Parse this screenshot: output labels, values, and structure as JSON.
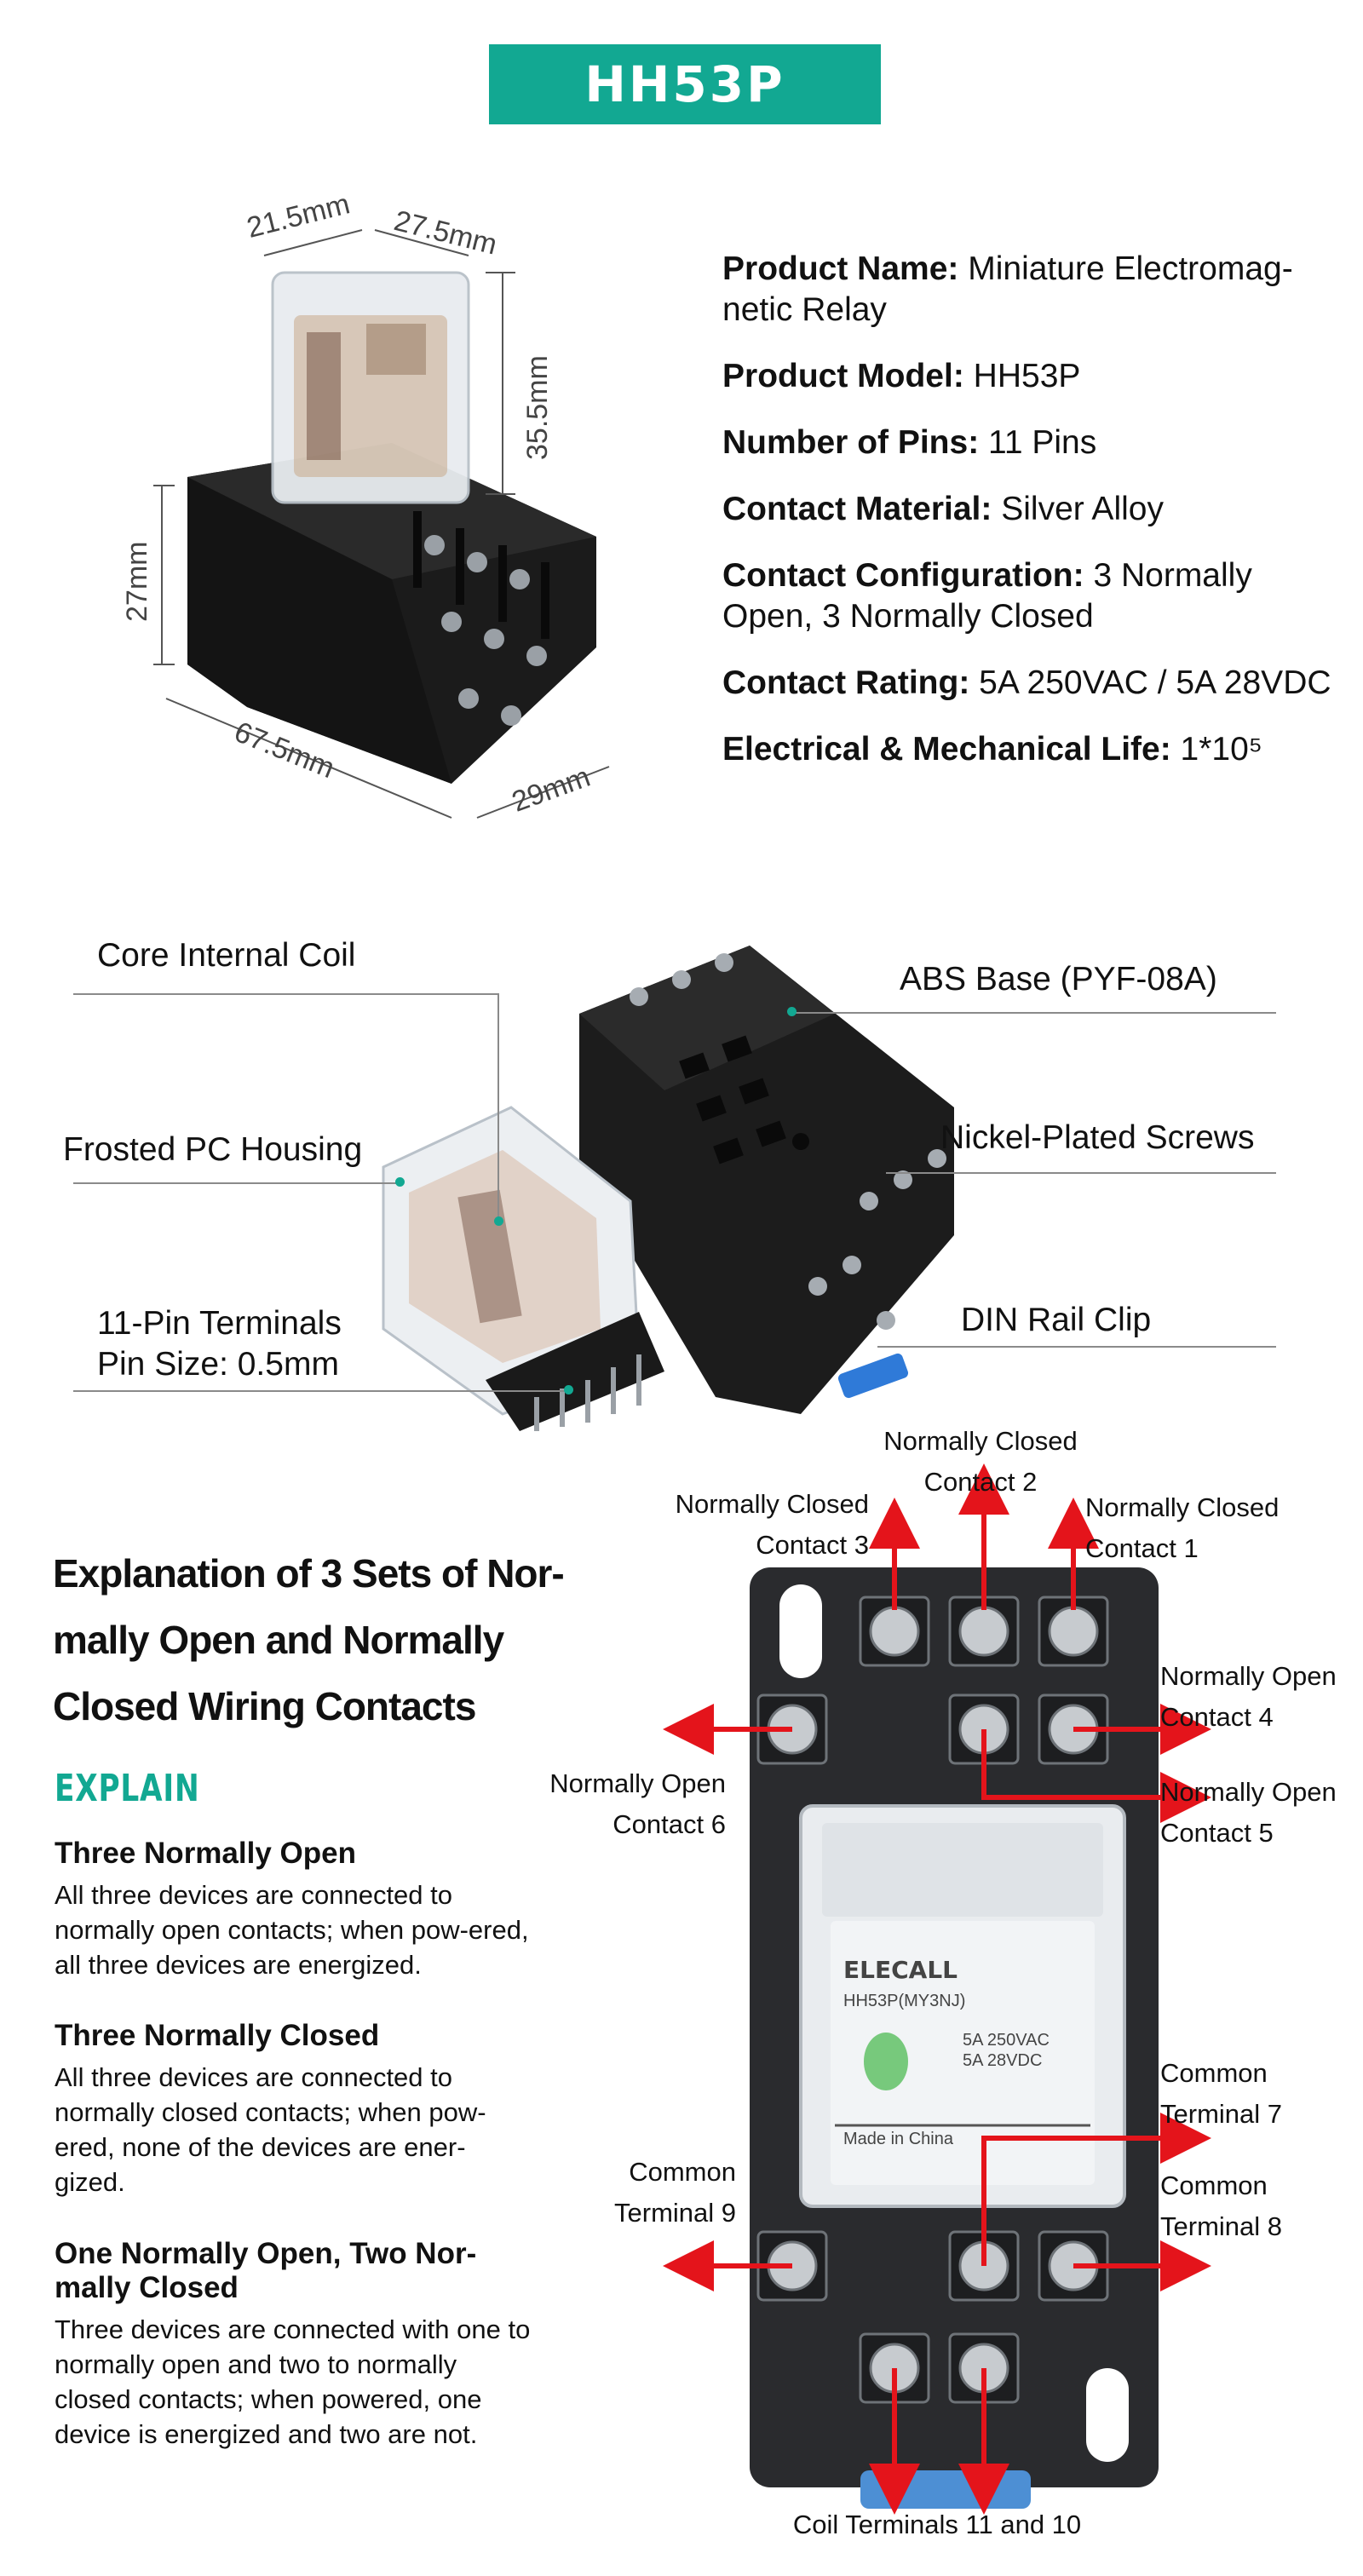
{
  "header": {
    "model_badge": "HH53P"
  },
  "dimensions": {
    "width_top": "21.5mm",
    "depth_top": "27.5mm",
    "relay_height": "35.5mm",
    "base_height": "27mm",
    "base_length": "67.5mm",
    "base_width": "29mm"
  },
  "specs": [
    {
      "label": "Product Name:",
      "value": "Miniature Electromag-netic Relay"
    },
    {
      "label": "Product Model:",
      "value": "HH53P"
    },
    {
      "label": "Number of Pins:",
      "value": "11 Pins"
    },
    {
      "label": "Contact Material:",
      "value": "Silver Alloy"
    },
    {
      "label": "Contact Configuration:",
      "value": "3 Normally Open, 3 Normally Closed"
    },
    {
      "label": "Contact Rating:",
      "value": "5A 250VAC / 5A 28VDC"
    },
    {
      "label": "Electrical & Mechanical Life:",
      "value": "1*10⁵"
    }
  ],
  "components": {
    "core_coil": "Core Internal Coil",
    "housing": "Frosted PC Housing",
    "terminals_line1": "11-Pin Terminals",
    "terminals_line2": "Pin Size: 0.5mm",
    "base": "ABS Base (PYF-08A)",
    "screws": "Nickel-Plated Screws",
    "din_clip": "DIN Rail Clip"
  },
  "relay_print": {
    "brand": "ELECALL",
    "model": "HH53P(MY3NJ)",
    "rating_ac": "5A 250VAC",
    "rating_dc": "5A 28VDC",
    "origin": "Made in China"
  },
  "base_mark": "PYF-08A",
  "wiring": {
    "title": "Explanation of 3 Sets of Nor-mally Open and Normally Closed Wiring Contacts",
    "explain_label": "EXPLAIN",
    "items": [
      {
        "title": "Three Normally Open",
        "text": "All three devices are connected to normally open contacts; when pow-ered, all three devices are energized."
      },
      {
        "title": "Three Normally Closed",
        "text": "All three devices are connected to normally closed contacts; when pow-ered, none of the devices are ener-gized."
      },
      {
        "title": "One Normally Open, Two Nor-mally Closed",
        "text": "Three devices are connected with one to normally open and two to normally closed contacts; when powered, one device is energized and two are not."
      }
    ],
    "labels": {
      "nc2_a": "Normally Closed",
      "nc2_b": "Contact 2",
      "nc3_a": "Normally Closed",
      "nc3_b": "Contact 3",
      "nc1_a": "Normally Closed",
      "nc1_b": "Contact 1",
      "no4_a": "Normally Open",
      "no4_b": "Contact 4",
      "no6_a": "Normally Open",
      "no6_b": "Contact 6",
      "no5_a": "Normally Open",
      "no5_b": "Contact 5",
      "ct7_a": "Common",
      "ct7_b": "Terminal 7",
      "ct9_a": "Common",
      "ct9_b": "Terminal 9",
      "ct8_a": "Common",
      "ct8_b": "Terminal 8",
      "coil": "Coil Terminals 11 and 10"
    }
  },
  "colors": {
    "accent": "#12a892",
    "arrow": "#e4141b"
  }
}
